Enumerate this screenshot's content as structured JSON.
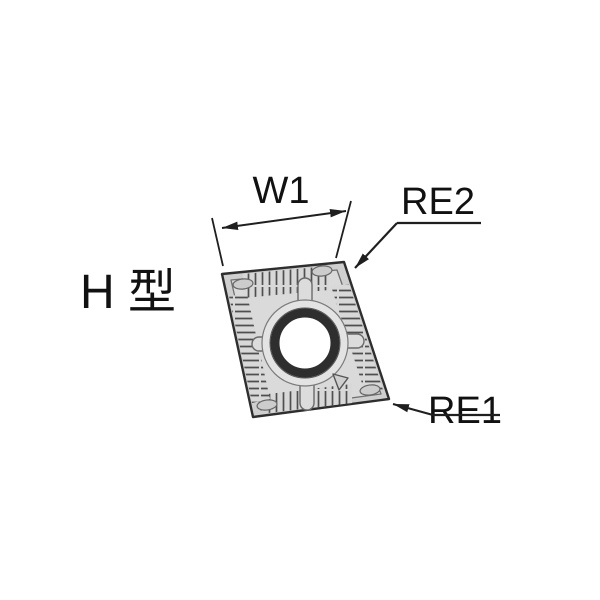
{
  "title": {
    "type_label": "H 型"
  },
  "dimensions": {
    "width_label": "W1",
    "radius_top_label": "RE2",
    "radius_bottom_label": "RE1"
  },
  "colors": {
    "background": "#ffffff",
    "insert_fill": "#cfcfcf",
    "face_fill": "#dadada",
    "boss_fill": "#e3e3e3",
    "hole_fill": "#ffffff",
    "hole_ring": "#2e2e2e",
    "outline": "#2e2e2e",
    "serration": "#4f4f4f"
  }
}
